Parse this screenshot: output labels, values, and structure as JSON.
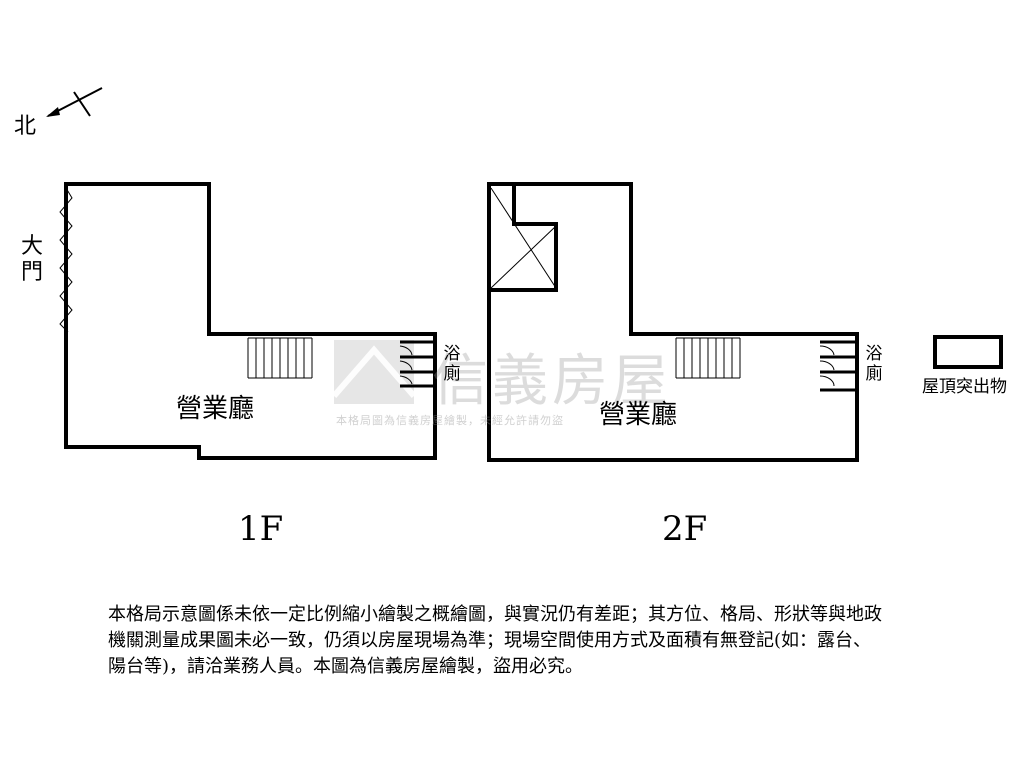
{
  "compass": {
    "north_label": "北"
  },
  "floor1": {
    "title": "1F",
    "entrance_label": "大門",
    "hall_label": "營業廳",
    "bathroom_label": "浴廁"
  },
  "floor2": {
    "title": "2F",
    "hall_label": "營業廳",
    "bathroom_label": "浴廁",
    "roof_label": "屋頂突出物"
  },
  "watermark": {
    "brand": "信義房屋",
    "notice": "本格局圖為信義房屋繪製，未經允許請勿盜"
  },
  "disclaimer": "本格局示意圖係未依一定比例縮小繪製之概繪圖，與實況仍有差距；其方位、格局、形狀等與地政機關測量成果圖未必一致，仍須以房屋現場為準；現場空間使用方式及面積有無登記(如：露台、陽台等)，請洽業務人員。本圖為信義房屋繪製，盜用必究。"
}
